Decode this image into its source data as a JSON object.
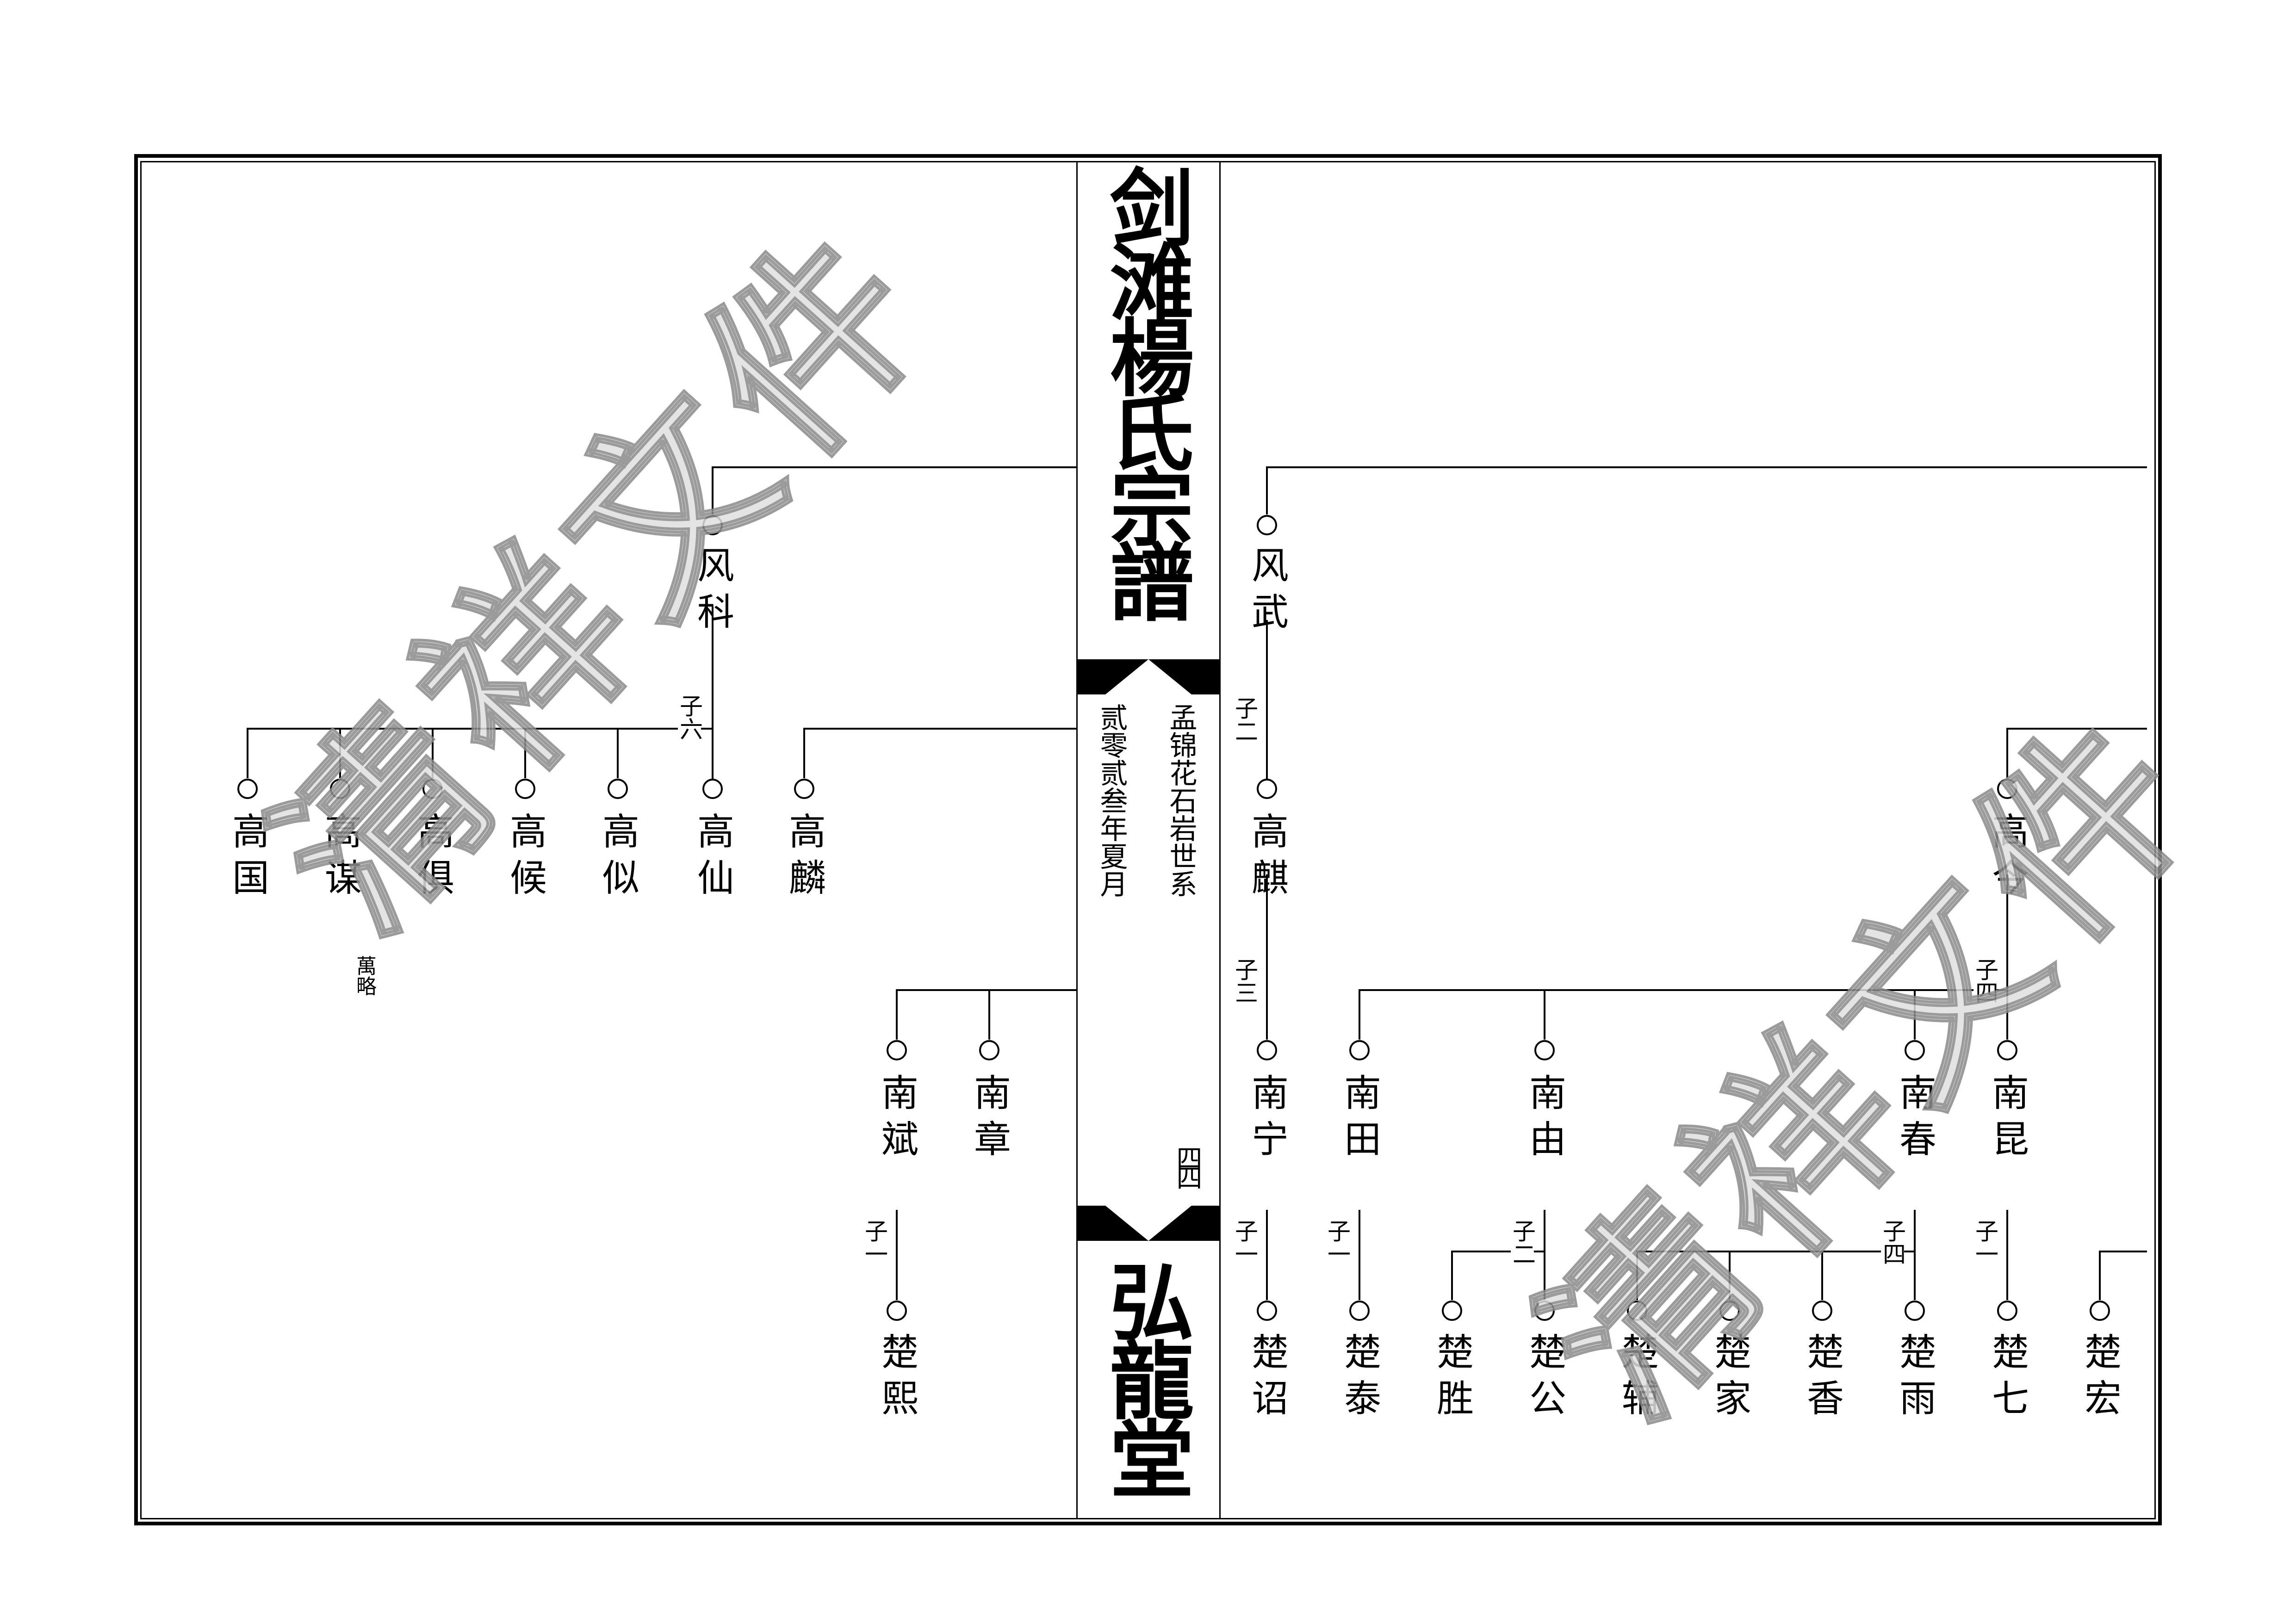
{
  "header": {
    "title": "剑滩楊氏宗譜",
    "hall": "弘龍堂",
    "credit_author": "孟锦花石岩世系",
    "credit_date": "贰零贰叁年夏月",
    "page_number": "四四"
  },
  "watermark": "清祥文件",
  "left_page": {
    "gen1": {
      "name": "风科",
      "sons_note": "子六"
    },
    "gen2": [
      {
        "name": "高国"
      },
      {
        "name": "高谋"
      },
      {
        "name": "高俱"
      },
      {
        "name": "高候"
      },
      {
        "name": "高似"
      },
      {
        "name": "高仙"
      },
      {
        "name": "高麟"
      }
    ],
    "annotation": "萬略",
    "gen3": [
      {
        "name": "南斌",
        "sons_note": "子一"
      },
      {
        "name": "南章"
      }
    ],
    "gen4": [
      {
        "name": "楚熙"
      }
    ]
  },
  "right_page": {
    "gen1": {
      "name": "风武",
      "sons_note": "子二"
    },
    "gen2": [
      {
        "name": "高麒",
        "sons_note": "子三"
      },
      {
        "name": "高今",
        "sons_note": "子四"
      }
    ],
    "gen3": [
      {
        "name": "南宁",
        "sons_note": "子一"
      },
      {
        "name": "南田",
        "sons_note": "子一"
      },
      {
        "name": "南由",
        "sons_note": "子二"
      },
      {
        "name": "南春",
        "sons_note": "子四"
      },
      {
        "name": "南昆",
        "sons_note": "子一"
      }
    ],
    "gen4": [
      {
        "name": "楚诏"
      },
      {
        "name": "楚泰"
      },
      {
        "name": "楚胜"
      },
      {
        "name": "楚公"
      },
      {
        "name": "楚辅"
      },
      {
        "name": "楚家"
      },
      {
        "name": "楚香"
      },
      {
        "name": "楚雨"
      },
      {
        "name": "楚七"
      },
      {
        "name": "楚宏"
      }
    ]
  }
}
